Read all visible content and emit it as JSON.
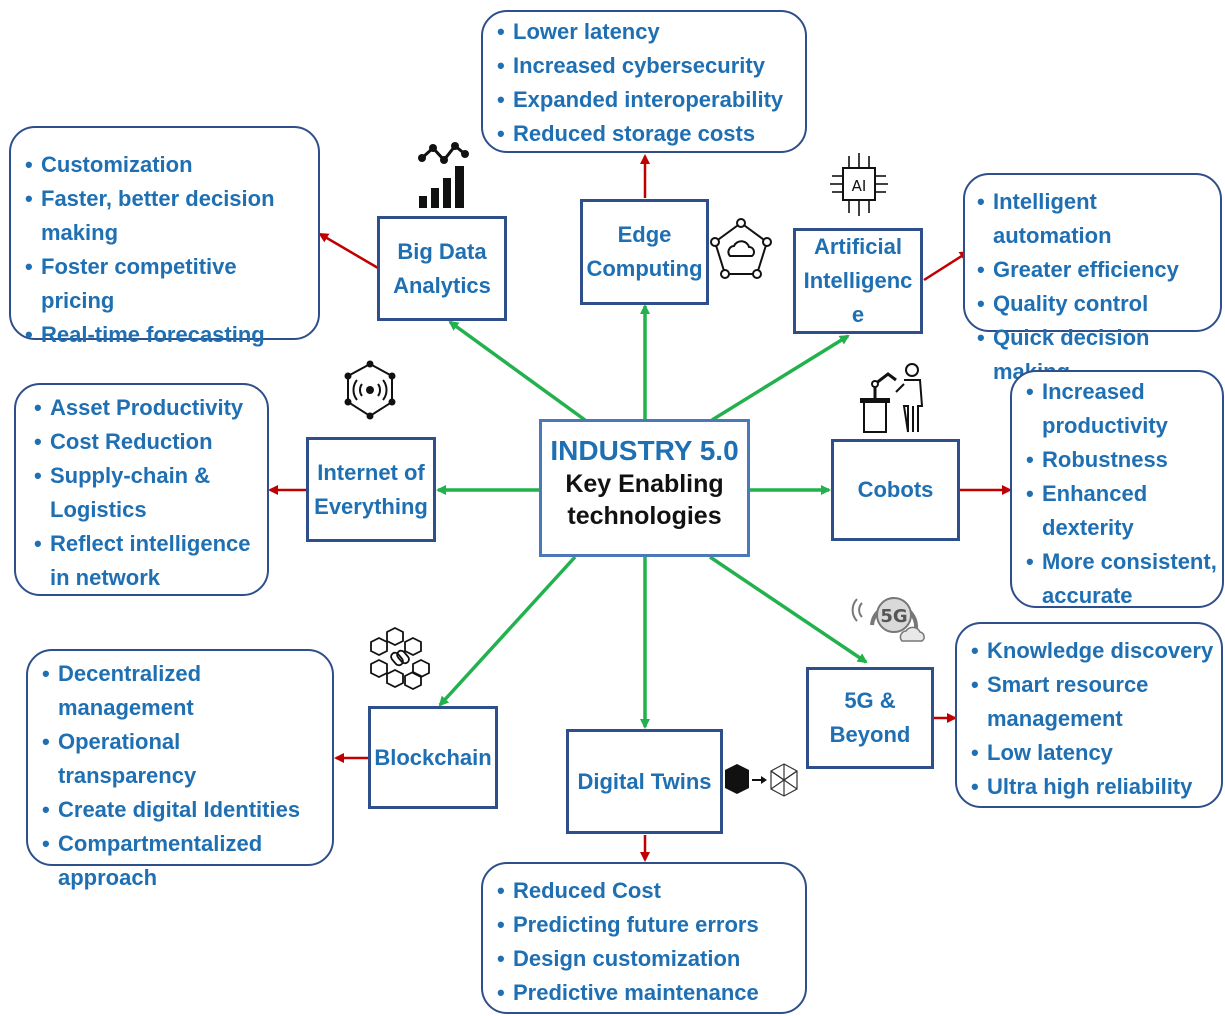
{
  "center": {
    "title": "INDUSTRY 5.0",
    "subtitle_lines": [
      "Key Enabling",
      "technologies"
    ]
  },
  "colors": {
    "tech_border": "#2f4f8a",
    "text_blue": "#1f6fb3",
    "green_arrow": "#22b14c",
    "red_arrow": "#c00000"
  },
  "technologies": {
    "big_data": {
      "lines": [
        "Big Data",
        "Analytics"
      ],
      "icon": "chart-growth-icon"
    },
    "edge": {
      "lines": [
        "Edge",
        "Computing"
      ],
      "icon": "cloud-network-icon"
    },
    "ai": {
      "lines": [
        "Artificial",
        "Intelligenc",
        "e"
      ],
      "icon": "ai-chip-icon",
      "icon_text": "AI"
    },
    "ioe": {
      "lines": [
        "Internet of",
        "Everything"
      ],
      "icon": "iot-network-icon"
    },
    "cobots": {
      "lines": [
        "Cobots"
      ],
      "icon": "robot-arm-worker-icon"
    },
    "blockchain": {
      "lines": [
        "Blockchain"
      ],
      "icon": "blockchain-icon"
    },
    "twins": {
      "lines": [
        "Digital Twins"
      ],
      "icon": "digital-twin-icon"
    },
    "g5": {
      "lines": [
        "5G &",
        "Beyond"
      ],
      "icon": "5g-icon",
      "icon_text": "5G"
    }
  },
  "benefits": {
    "edge": [
      "Lower latency",
      "Increased cybersecurity",
      "Expanded interoperability",
      "Reduced storage costs"
    ],
    "big_data": [
      "Customization",
      "Faster, better decision\nmaking",
      "Foster competitive pricing",
      "Real-time forecasting"
    ],
    "ai": [
      "Intelligent automation",
      "Greater efficiency",
      "Quality control",
      "Quick decision making"
    ],
    "ioe": [
      "Asset Productivity",
      "Cost Reduction",
      "Supply-chain &\nLogistics",
      "Reflect intelligence\nin network"
    ],
    "cobots": [
      "Increased\nproductivity",
      "Robustness",
      "Enhanced\ndexterity",
      "More consistent,\naccurate"
    ],
    "g5": [
      "Knowledge discovery",
      "Smart resource\nmanagement",
      "Low latency",
      "Ultra high reliability"
    ],
    "blockchain": [
      "Decentralized\nmanagement",
      "Operational transparency",
      "Create digital Identities",
      "Compartmentalized\napproach"
    ],
    "twins": [
      "Reduced Cost",
      "Predicting future errors",
      "Design customization",
      "Predictive maintenance"
    ]
  }
}
